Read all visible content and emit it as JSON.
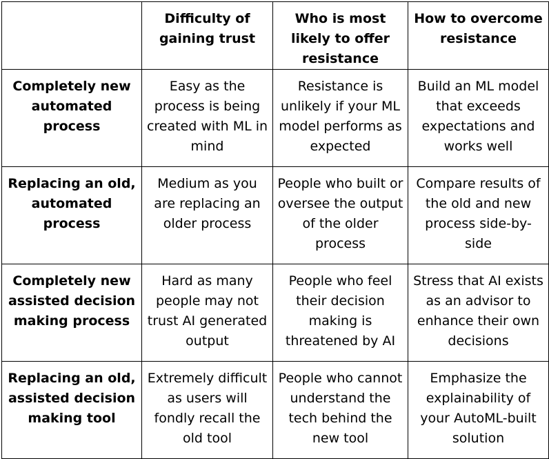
{
  "table": {
    "headers": [
      "",
      "Difficulty of gaining trust",
      "Who is most likely to offer resistance",
      "How to overcome resistance"
    ],
    "rows": [
      {
        "label": "Completely new automated process",
        "cells": [
          "Easy as the process is being created with ML in mind",
          "Resistance is unlikely if your ML model performs as expected",
          "Build an ML model that exceeds expectations and works well"
        ]
      },
      {
        "label": "Replacing an old, automated process",
        "cells": [
          "Medium as you are replacing an older process",
          "People who built or oversee the output of the older process",
          "Compare results of the old and new process side-by-side"
        ]
      },
      {
        "label": "Completely new assisted decision making process",
        "cells": [
          "Hard as many people may not trust AI generated output",
          "People who feel their decision making is threatened by AI",
          "Stress that AI exists as an advisor to enhance their own decisions"
        ]
      },
      {
        "label": "Replacing an old, assisted decision making tool",
        "cells": [
          "Extremely difficult as users will fondly recall the old tool",
          "People who cannot understand the tech behind the new tool",
          "Emphasize the explainability of your AutoML-built solution"
        ]
      }
    ]
  }
}
